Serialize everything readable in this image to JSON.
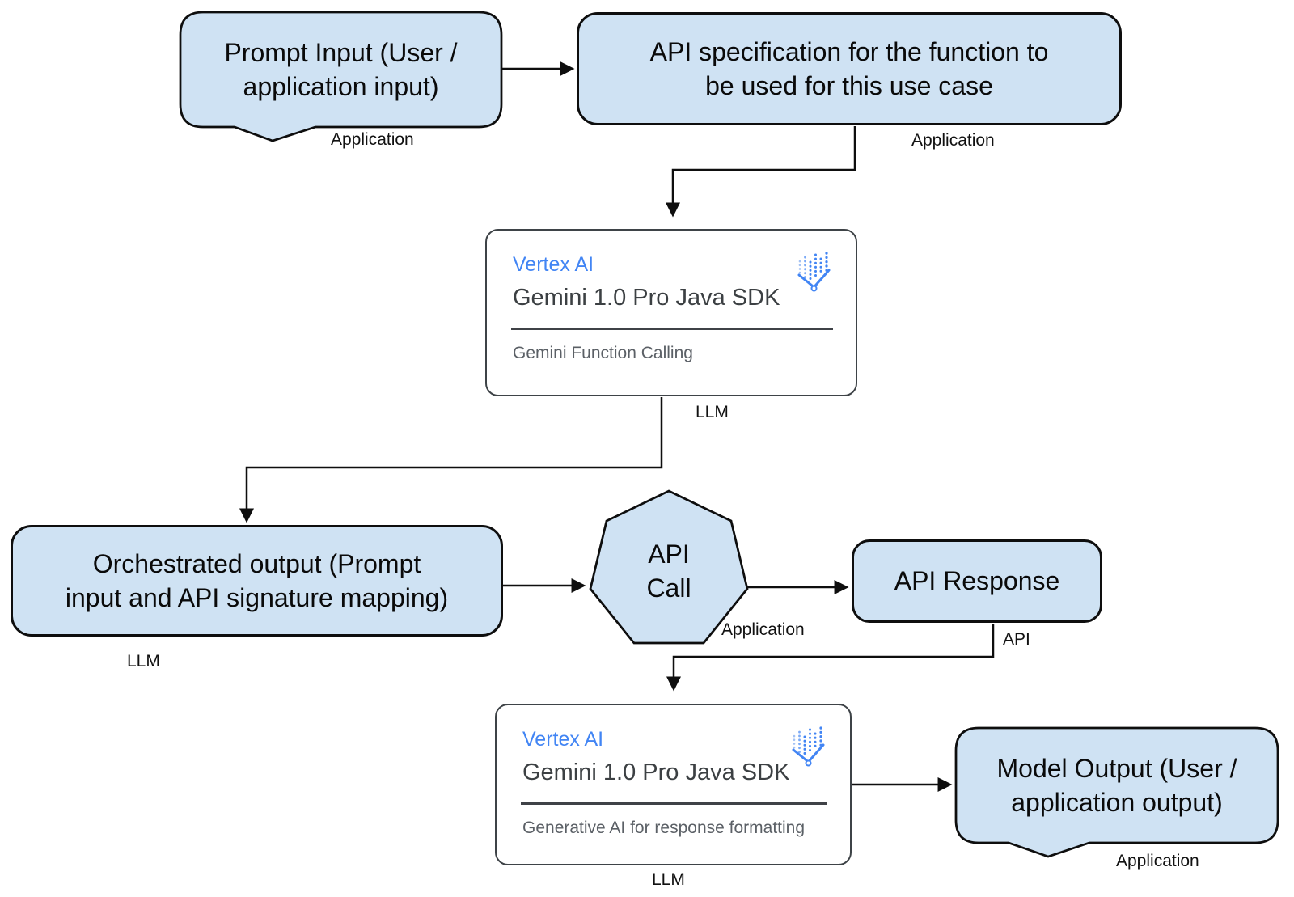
{
  "colors": {
    "node_fill": "#cfe2f3",
    "line_color": "#0e0e0e",
    "text_color": "#0a0a0a",
    "tag_color": "#111111",
    "card_bg": "#ffffff",
    "card_border": "#3e4347",
    "vertex_blue": "#4285f4",
    "sdk_color": "#3c4043",
    "feature_color": "#5b6066",
    "divider_color": "#3f4247",
    "icon_mid": "#7baaf7",
    "icon_light": "#a4c2f4"
  },
  "nodes": {
    "prompt_input": {
      "lines": [
        "Prompt Input (User /",
        "application input)"
      ],
      "tag": "Application"
    },
    "api_spec": {
      "lines": [
        "API specification for the function to",
        "be used for this use case"
      ],
      "tag": "Application"
    },
    "gemini_function_calling": {
      "product": "Vertex AI",
      "sdk": "Gemini 1.0 Pro Java SDK",
      "feature": "Gemini Function Calling",
      "tag": "LLM"
    },
    "orchestrated_output": {
      "lines": [
        "Orchestrated output (Prompt",
        "input and API signature mapping)"
      ],
      "tag": "LLM"
    },
    "api_call": {
      "lines": [
        "API",
        "Call"
      ],
      "tag": "Application"
    },
    "api_response": {
      "lines": [
        "API Response"
      ],
      "tag": "API"
    },
    "gemini_response_formatting": {
      "product": "Vertex AI",
      "sdk": "Gemini 1.0 Pro Java SDK",
      "feature": "Generative AI for response formatting",
      "tag": "LLM"
    },
    "model_output": {
      "lines": [
        "Model Output (User /",
        "application output)"
      ],
      "tag": "Application"
    }
  }
}
